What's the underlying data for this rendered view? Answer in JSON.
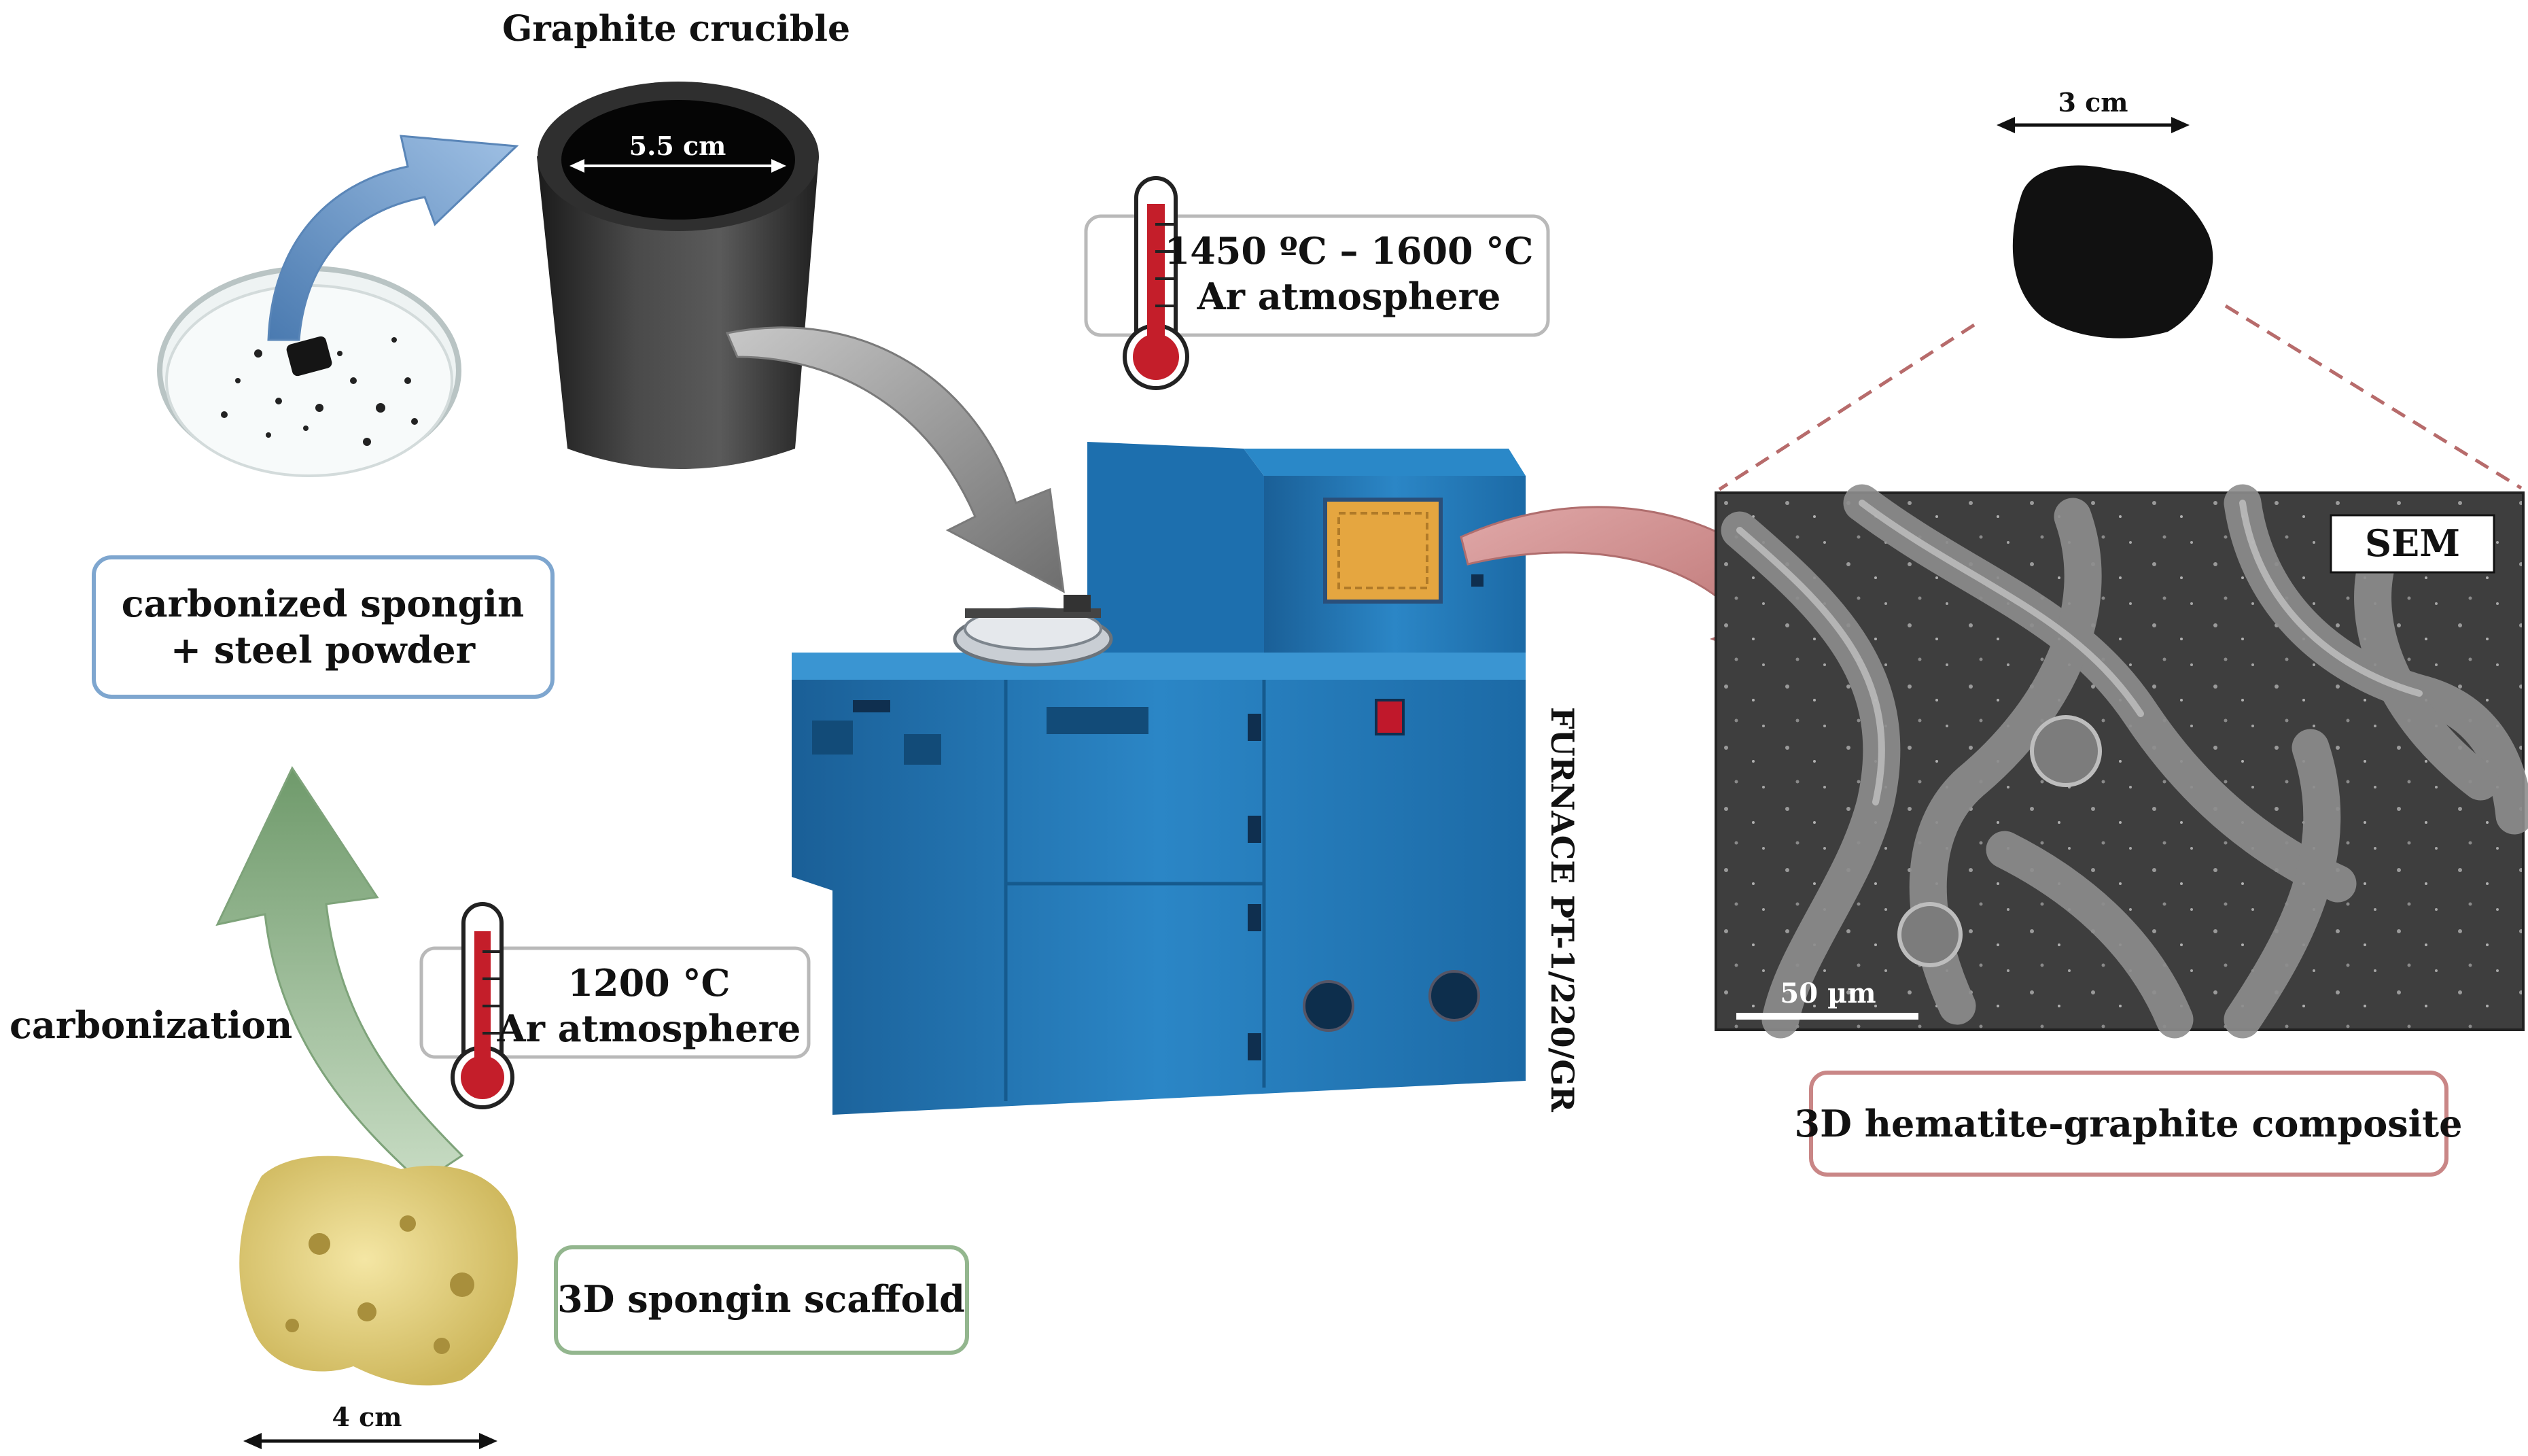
{
  "crucible": {
    "title": "Graphite crucible",
    "diameter_label": "5.5 cm"
  },
  "furnace_temp": {
    "line1": "1450 ºC – 1600 °C",
    "line2": "Ar atmosphere"
  },
  "carbonized_box": {
    "line1": "carbonized spongin",
    "line2": "+ steel powder"
  },
  "carbonization": {
    "label": "carbonization",
    "temp_line1": "1200 °C",
    "temp_line2": "Ar atmosphere"
  },
  "scaffold": {
    "label": "3D spongin scaffold",
    "scale_label": "4 cm"
  },
  "furnace": {
    "model_label": "FURNACE PT-1/220/GR"
  },
  "composite": {
    "scale_label": "3 cm",
    "sem_tag": "SEM",
    "sem_scale_label": "50 µm",
    "label": "3D hematite-graphite composite"
  },
  "colors": {
    "blue_arrow": "#6a97c9",
    "gray_arrow": "#8c8c8c",
    "red_arrow": "#c98585",
    "green_arrow": "#8fb38d",
    "blue_box": "#7ea6cf",
    "green_box": "#93b68e",
    "red_box": "#c98686",
    "gray_box": "#b8b8b8",
    "furnace": "#1e78b8",
    "thermo_red": "#c41e2a"
  }
}
